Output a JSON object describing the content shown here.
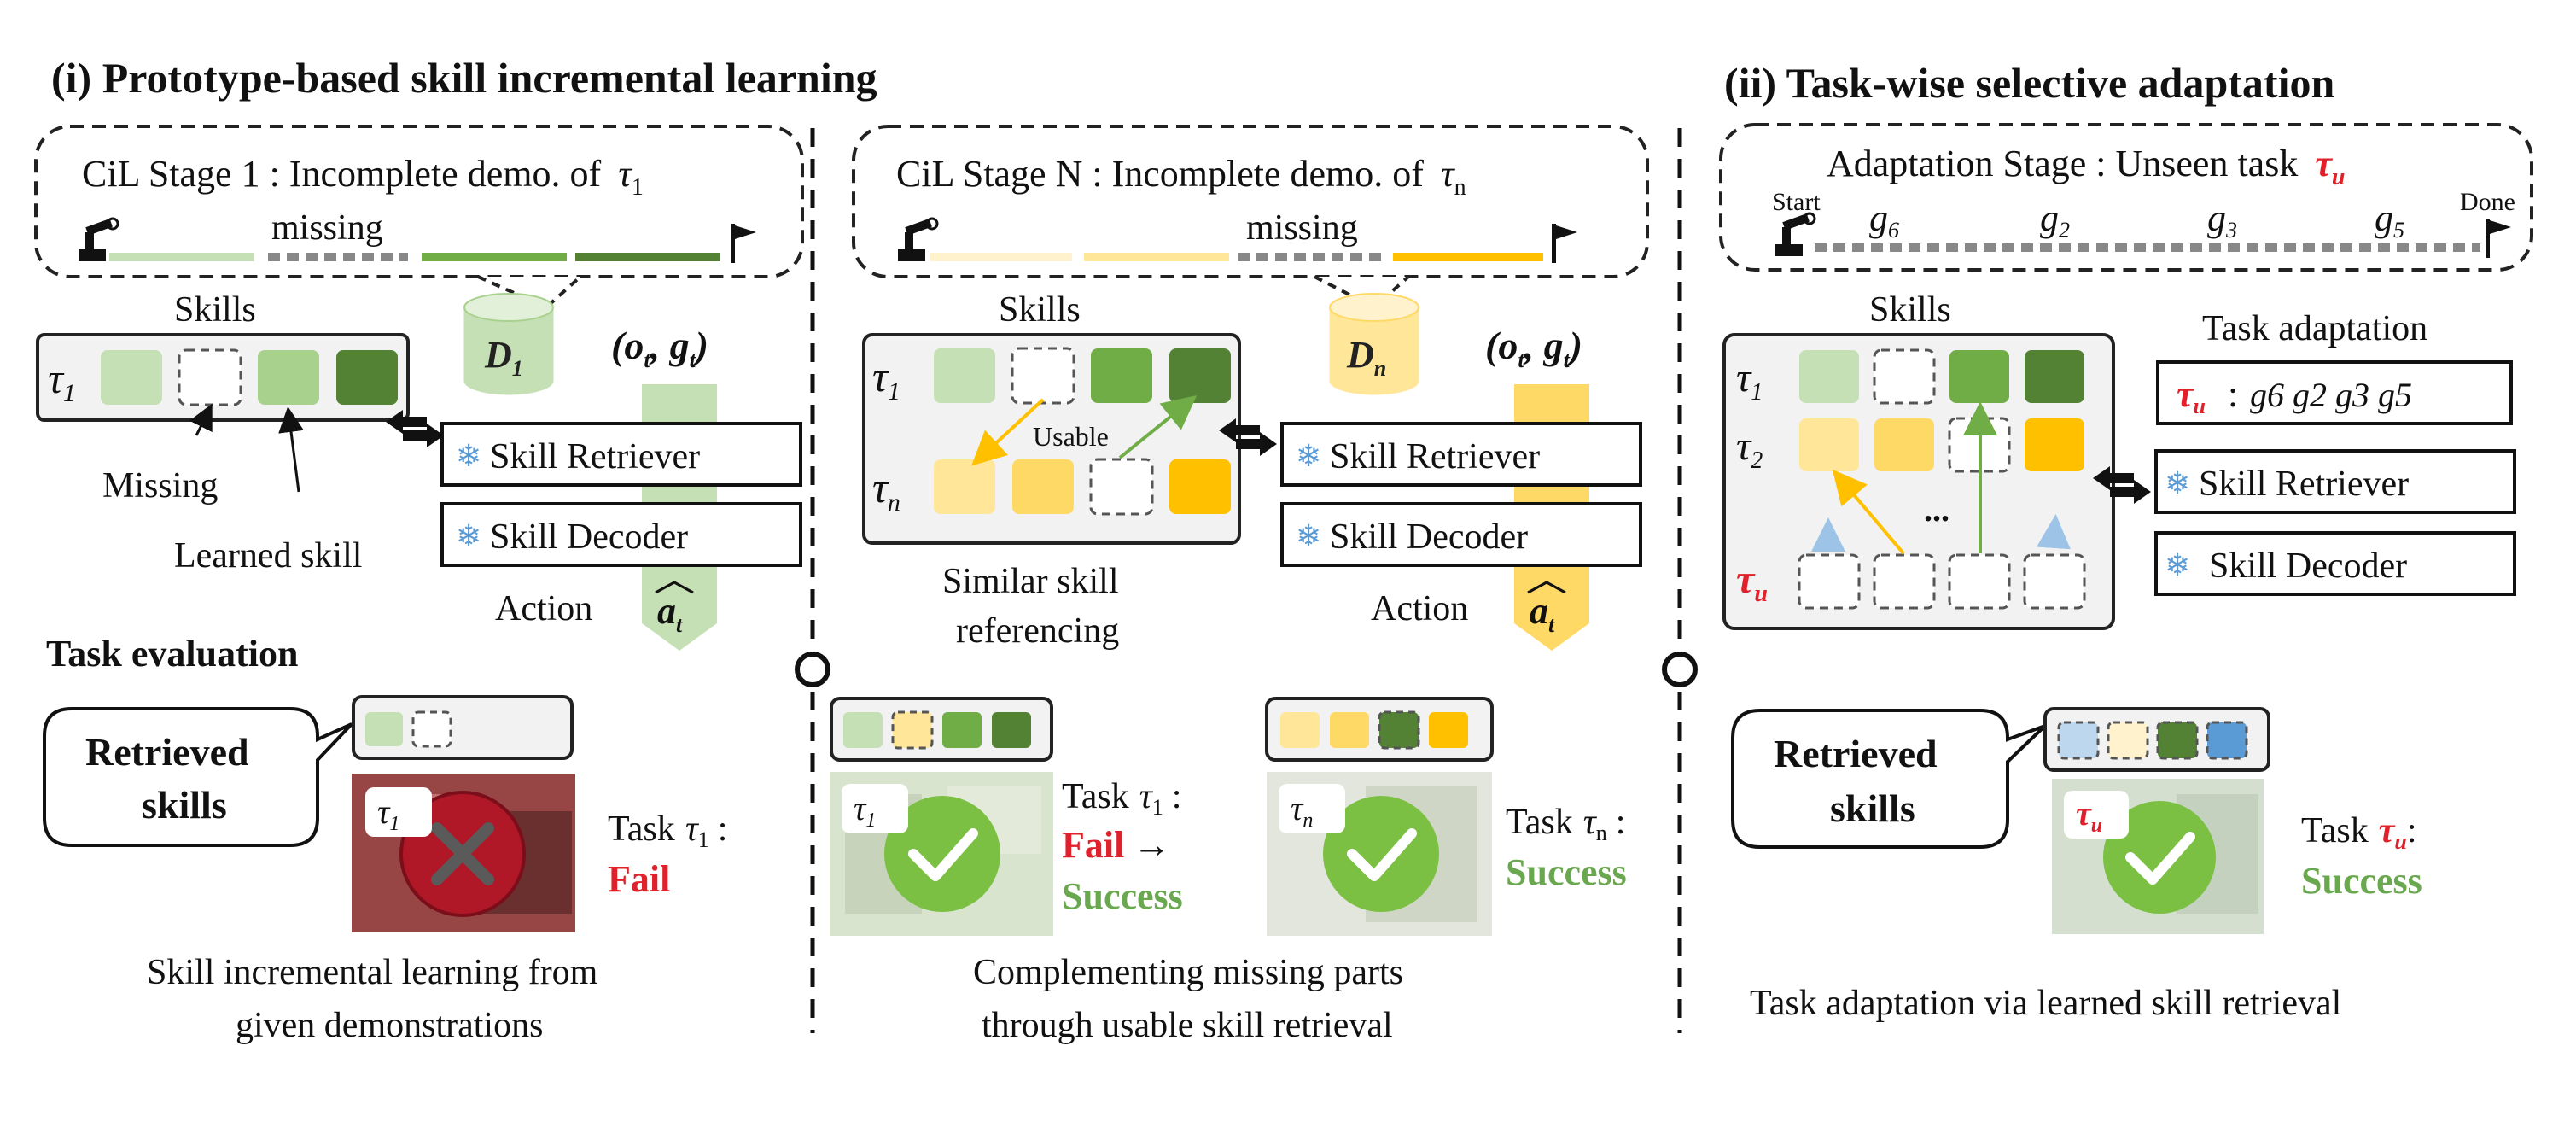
{
  "colors": {
    "green_light": "#c5e0b4",
    "green_mid": "#a9d18e",
    "green": "#70ad47",
    "green_dark": "#548235",
    "yellow_light": "#ffe699",
    "yellow": "#ffd966",
    "gold": "#ffc000",
    "blue_light": "#bdd7ee",
    "blue": "#5b9bd5",
    "red": "#e0202a",
    "success_green": "#6aa84f",
    "panel_gray": "#f2f2f2",
    "border": "#333333"
  },
  "section1": {
    "title": "(i) Prototype-based skill incremental learning",
    "stage1": {
      "label": "CiL Stage 1 : Incomplete demo. of",
      "task": "τ",
      "task_sub": "1",
      "missing": "missing"
    },
    "stageN": {
      "label": "CiL Stage N : Incomplete demo. of",
      "task": "τ",
      "task_sub": "n",
      "missing": "missing"
    },
    "db1": {
      "symbol": "D",
      "sub": "1"
    },
    "dbN": {
      "symbol": "D",
      "sub": "n"
    },
    "skills_label": "Skills",
    "obs_label": "(o",
    "obs_sub_t": "t",
    "obs_mid": ", g",
    "obs_close": ")",
    "missing_annot": "Missing",
    "learned_annot": "Learned skill",
    "usable": "Usable",
    "skill_retriever": "Skill Retriever",
    "skill_decoder": "Skill Decoder",
    "action": "Action",
    "action_var": "a",
    "action_sub": "t",
    "similar_ref_1": "Similar skill",
    "similar_ref_2": "referencing",
    "task_eval": "Task evaluation",
    "retrieved_1": "Retrieved",
    "retrieved_2": "skills",
    "task_prefix": "Task",
    "fail": "Fail",
    "arrow": "→",
    "success": "Success",
    "caption_1a": "Skill incremental learning from",
    "caption_1b": "given demonstrations",
    "caption_2a": "Complementing missing parts",
    "caption_2b": "through usable skill retrieval"
  },
  "section2": {
    "title": "(ii) Task-wise selective adaptation",
    "stage": "Adaptation Stage : Unseen task",
    "task": "τ",
    "task_sub": "u",
    "start": "Start",
    "done": "Done",
    "goals": [
      {
        "g": "g",
        "sub": "6"
      },
      {
        "g": "g",
        "sub": "2"
      },
      {
        "g": "g",
        "sub": "3"
      },
      {
        "g": "g",
        "sub": "5"
      }
    ],
    "skills_label": "Skills",
    "task_adaptation": "Task adaptation",
    "adapt_seq": "g6 g2 g3 g5",
    "skill_retriever": "Skill Retriever",
    "skill_decoder": "Skill Decoder",
    "dots": "...",
    "retrieved_1": "Retrieved",
    "retrieved_2": "skills",
    "task_prefix": "Task",
    "success": "Success",
    "caption": "Task adaptation via learned skill retrieval"
  }
}
